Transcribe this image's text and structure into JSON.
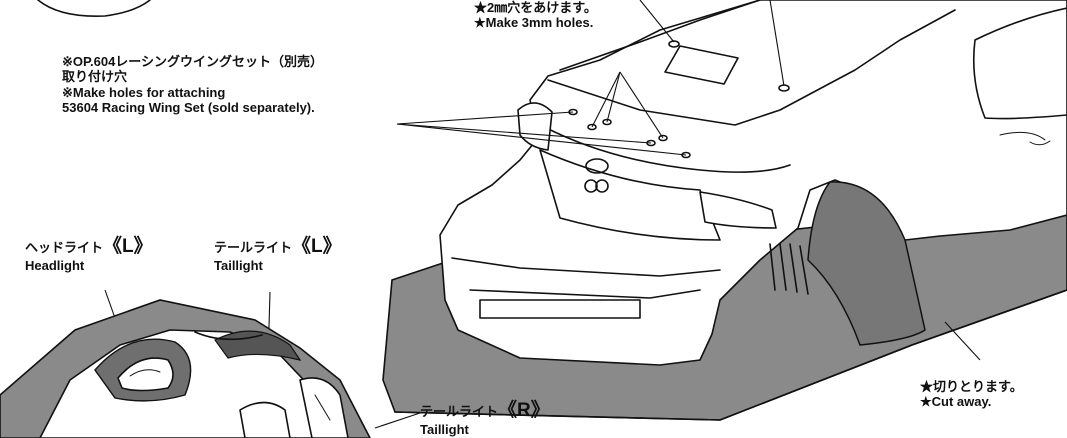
{
  "labels": {
    "drill_holes": {
      "jp": "★2㎜穴をあけます。",
      "en": "★Make 3mm holes."
    },
    "wing_holes": {
      "jp_line1": "※OP.604レーシングウイングセット（別売）",
      "jp_line2": "取り付け穴",
      "en_line1": "※Make holes for attaching",
      "en_line2": "53604 Racing Wing Set (sold separately)."
    },
    "headlight_l": {
      "jp": "ヘッドライト",
      "mark": "《L》",
      "en": "Headlight"
    },
    "taillight_l": {
      "jp": "テールライト",
      "mark": "《L》",
      "en": "Taillight"
    },
    "taillight_r": {
      "jp": "テールライト",
      "mark": "《R》",
      "en": "Taillight"
    },
    "cut_away": {
      "jp": "★切りとります。",
      "en": "★Cut away."
    }
  },
  "colors": {
    "ink": "#111111",
    "skirt": "#8a8a8a",
    "skirt_dark": "#6f6f6f",
    "paper": "#ffffff"
  }
}
